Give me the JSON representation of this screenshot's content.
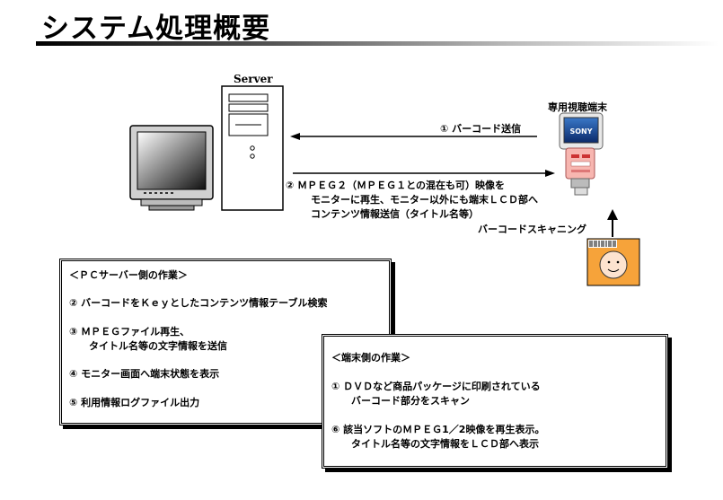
{
  "title": "システム処理概要",
  "server_label": "Server",
  "terminal_label": "専用視聴端末",
  "terminal_brand": "SONY",
  "msg_barcode_send": "① バーコード送信",
  "msg_mpeg": [
    "② ＭＰＥＧ２（ＭＰＥＧ１との混在も可）映像を",
    "モニターに再生、モニター以外にも端末ＬＣＤ部へ",
    "コンテンツ情報送信（タイトル名等）"
  ],
  "msg_scan": "バーコードスキャニング",
  "pc_box": {
    "heading": "＜ＰＣサーバー側の作業＞",
    "items": [
      "② バーコードをＫｅｙとしたコンテンツ情報テーブル検索",
      "③ ＭＰＥＧファイル再生、",
      "タイトル名等の文字情報を送信",
      "④ モニター画面へ端末状態を表示",
      "⑤ 利用情報ログファイル出力"
    ]
  },
  "terminal_box": {
    "heading": "＜端末側の作業＞",
    "items": [
      "① ＤＶＤなど商品パッケージに印刷されている",
      "バーコード部分をスキャン",
      "⑥ 該当ソフトのＭＰＥＧ1／2映像を再生表示。",
      "タイトル名等の文字情報をＬＣＤ部へ表示"
    ]
  }
}
